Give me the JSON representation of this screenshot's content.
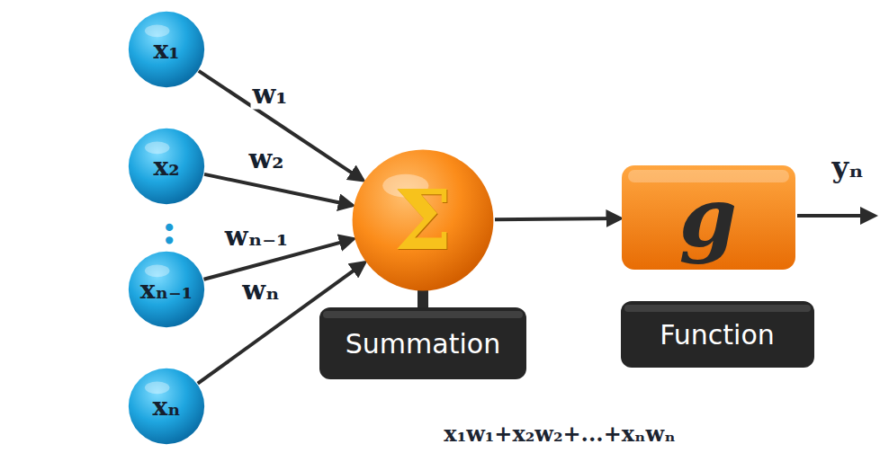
{
  "diagram": {
    "nodes": [
      {
        "text": [
          "x₁"
        ]
      },
      {
        "text": [
          "x₂"
        ]
      },
      {
        "text": [
          "xₙ₋₁"
        ]
      },
      {
        "text": [
          "xₙ"
        ]
      },
      {
        "text": [
          "Σ"
        ]
      },
      {
        "text": [
          "Summation"
        ]
      },
      {
        "text": [
          "g"
        ]
      },
      {
        "text": [
          "Function"
        ]
      }
    ],
    "edges": [
      {
        "from": 0,
        "to": 4,
        "label": "w₁",
        "arrow": "to"
      },
      {
        "from": 1,
        "to": 4,
        "label": "w₂",
        "arrow": "to"
      },
      {
        "from": 2,
        "to": 4,
        "label": "wₙ₋₁",
        "arrow": "to"
      },
      {
        "from": 3,
        "to": 4,
        "label": "wₙ",
        "arrow": "to"
      },
      {
        "from": 4,
        "to": 6,
        "arrow": "to"
      }
    ],
    "labels": [
      ":",
      "yₙ",
      "x₁w₁+x₂w₂+...+xₙwₙ"
    ]
  }
}
